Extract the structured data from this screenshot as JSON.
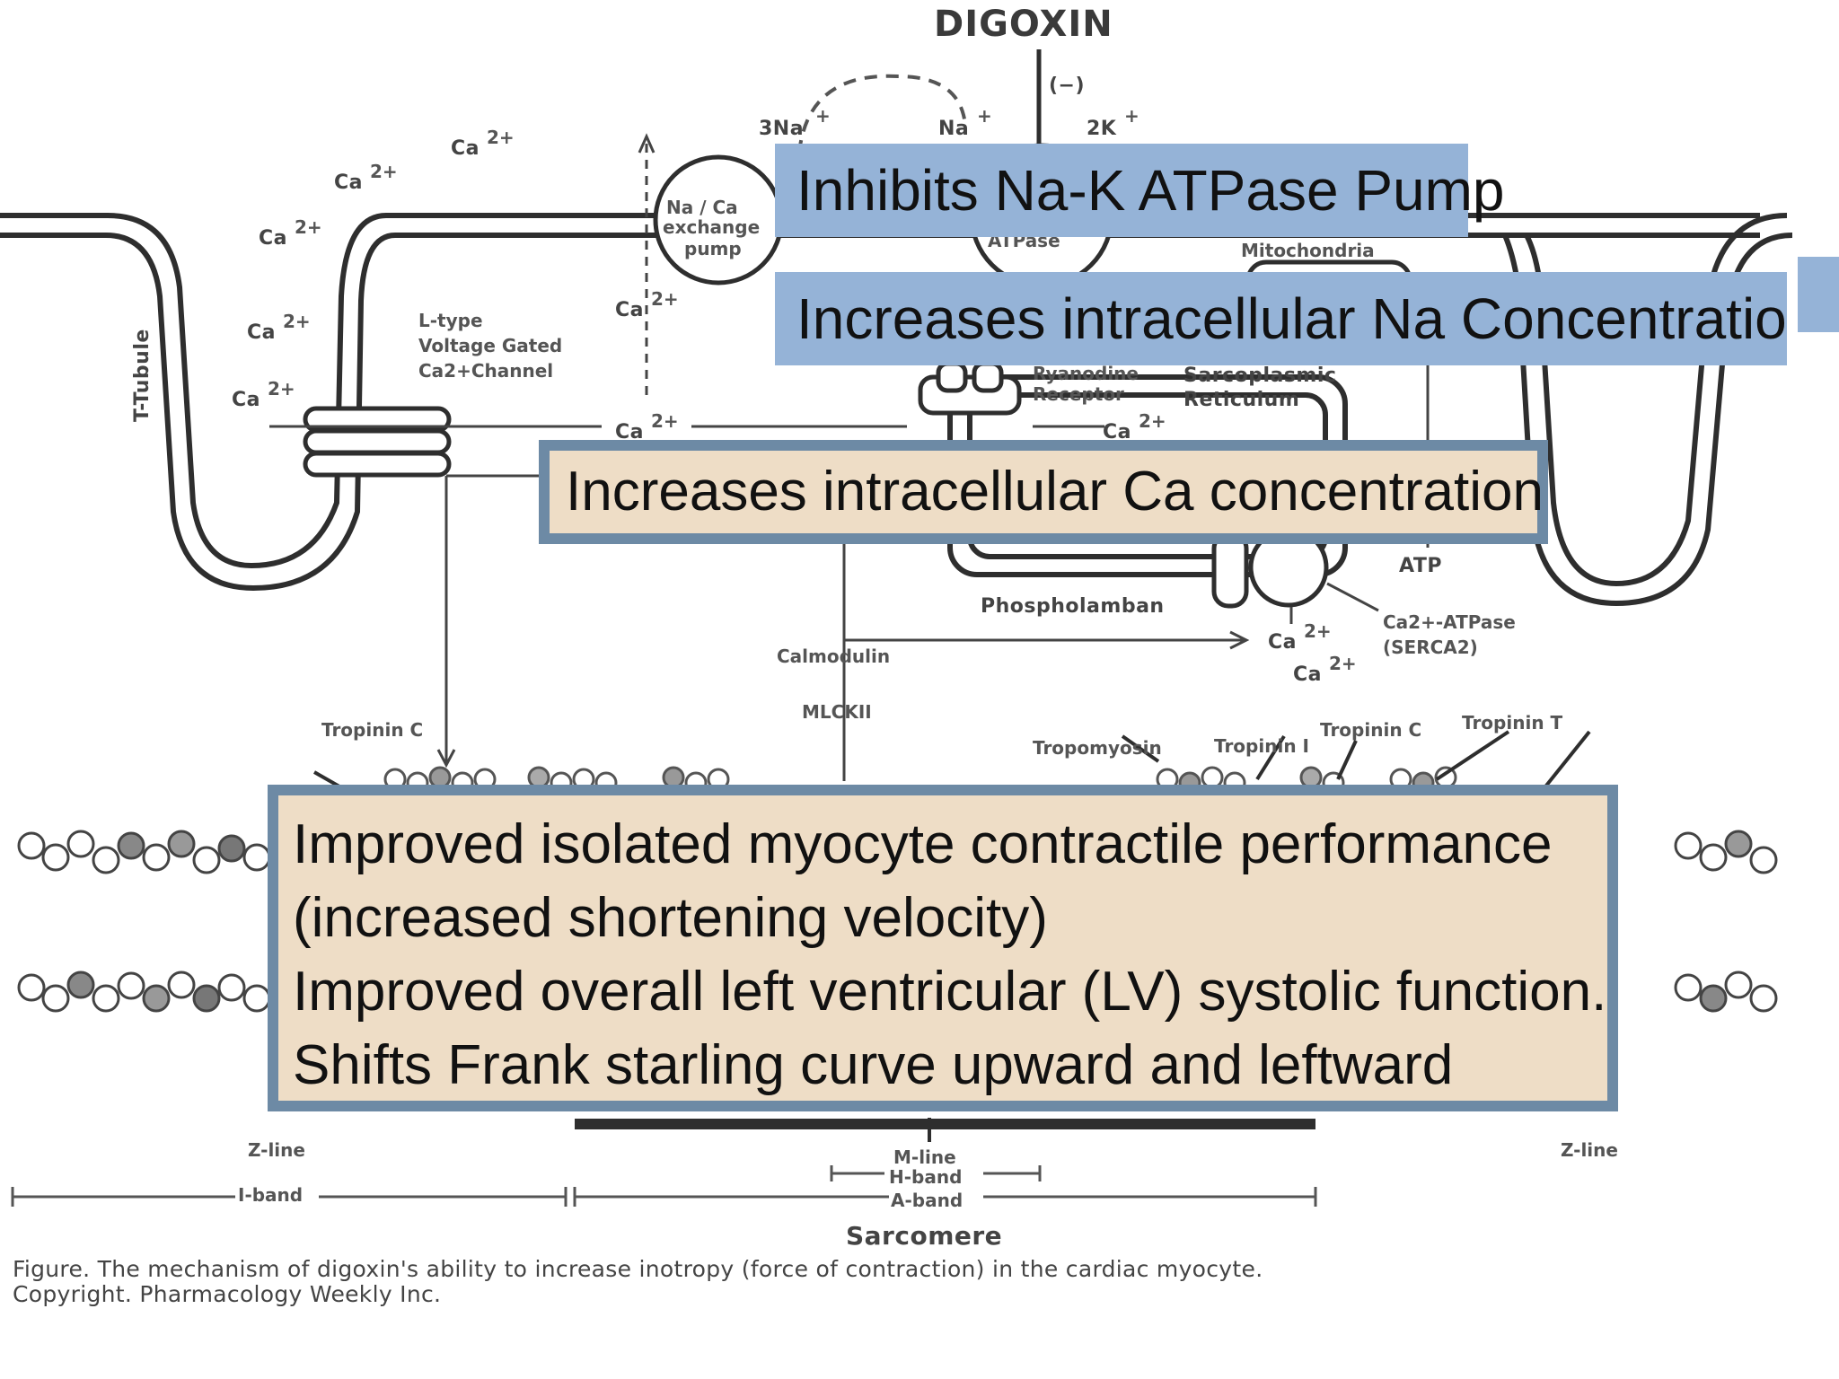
{
  "diagram": {
    "title": "DIGOXIN",
    "inhibit_sign": "(−)",
    "ions": {
      "na3": "3Na",
      "na1": "Na",
      "k2": "2K",
      "ca_outside": [
        "Ca",
        "Ca",
        "Ca",
        "Ca",
        "Ca"
      ],
      "ca_2plus": "2+",
      "plus": "+"
    },
    "labels": {
      "t_tubule": "T-Tubule",
      "l_type_line1": "L-type",
      "l_type_line2": "Voltage Gated",
      "l_type_line3": "Ca2+Channel",
      "exchanger_line1": "Na / Ca",
      "exchanger_line2": "exchange",
      "exchanger_line3": "pump",
      "atpase": "ATPase",
      "mitochondria": "Mitochondria",
      "ryanodine_line1": "Ryanodine",
      "ryanodine_line2": "Receptor",
      "sarcoplasmic_line1": "Sarcoplasmic",
      "sarcoplasmic_line2": "Reticulum",
      "atp": "ATP",
      "phospholamban": "Phospholamban",
      "serca_line1": "Ca2+-ATPase",
      "serca_line2": "(SERCA2)",
      "calmodulin": "Calmodulin",
      "mlckii": "MLCKII",
      "tropinin_c_left": "Tropinin C",
      "tropomyosin": "Tropomyosin",
      "tropinin_i": "Tropinin I",
      "tropinin_c_right": "Tropinin C",
      "tropinin_t": "Tropinin T",
      "z_line_left": "Z-line",
      "z_line_right": "Z-line",
      "m_line": "M-line",
      "h_band": "H-band",
      "a_band": "A-band",
      "i_band": "I-band",
      "sarcomere": "Sarcomere"
    },
    "caption_line1": "Figure.  The mechanism  of digoxin's ability to increase inotropy (force of contraction) in the cardiac myocyte.",
    "caption_line2": "Copyright. Pharmacology Weekly Inc."
  },
  "overlays": {
    "inhibits": "Inhibits Na-K ATPase Pump",
    "increases_na": "Increases intracellular Na Concentration",
    "increases_ca": "Increases intracellular Ca concentration",
    "effects": [
      "Improved isolated myocyte contractile performance",
      "(increased shortening velocity)",
      "Improved overall left ventricular (LV) systolic function.",
      "Shifts Frank starling curve upward and leftward"
    ]
  },
  "colors": {
    "blue_box": "#95b3d7",
    "tan_box": "#eeddc6",
    "tan_border": "#6d8aa5",
    "line": "#3a3a3a"
  }
}
